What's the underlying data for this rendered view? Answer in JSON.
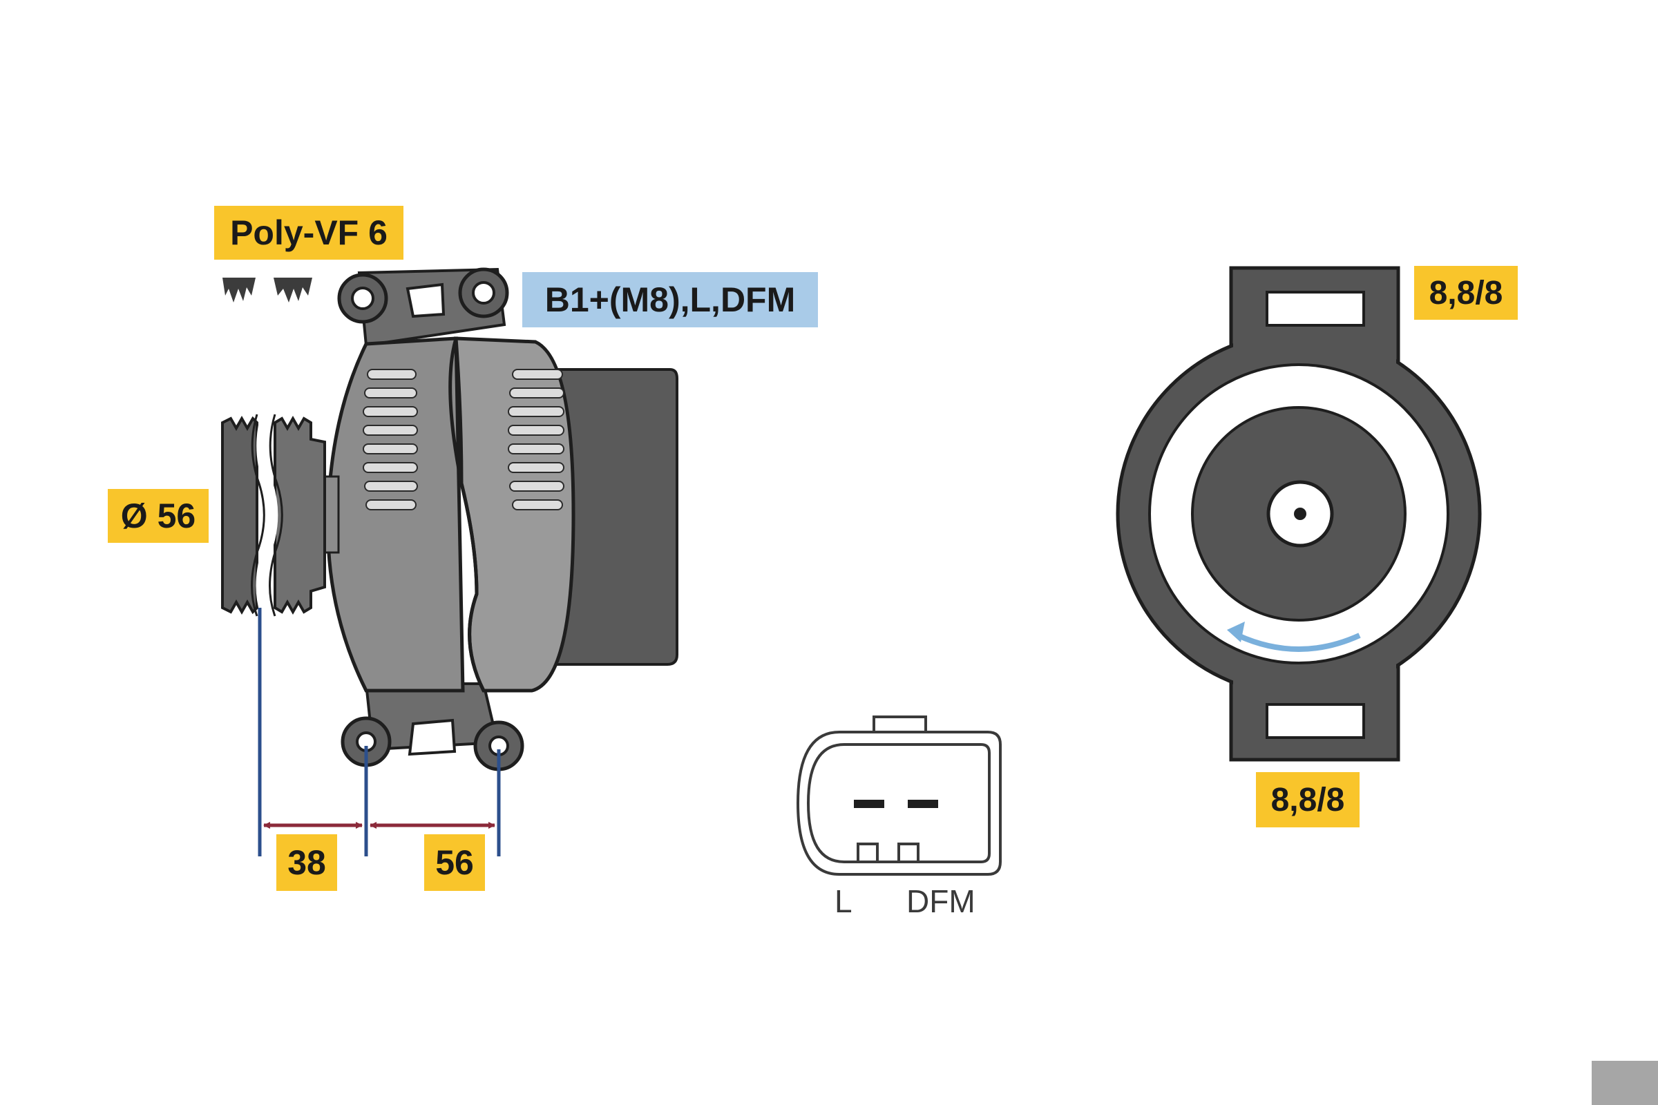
{
  "labels": {
    "pulley_type": "Poly-VF 6",
    "terminals": "B1+(M8),L,DFM",
    "pulley_diameter": "Ø 56",
    "dim_pulley_to_mount": "38",
    "dim_mount_spacing": "56",
    "mount_hole_top": "8,8/8",
    "mount_hole_bottom": "8,8/8"
  },
  "connector": {
    "pins": [
      "L",
      "DFM"
    ]
  },
  "colors": {
    "label_yellow": "#f9c52b",
    "label_blue": "#a9cbe8",
    "body_dark": "#555555",
    "body_mid": "#8c8c8c",
    "dimension_line": "#8b2a3a",
    "extension_line": "#2c4f8c",
    "rotation_arrow": "#7ab0dc"
  },
  "icons": [
    "belt-profile-icon",
    "rotation-arrow-icon"
  ]
}
